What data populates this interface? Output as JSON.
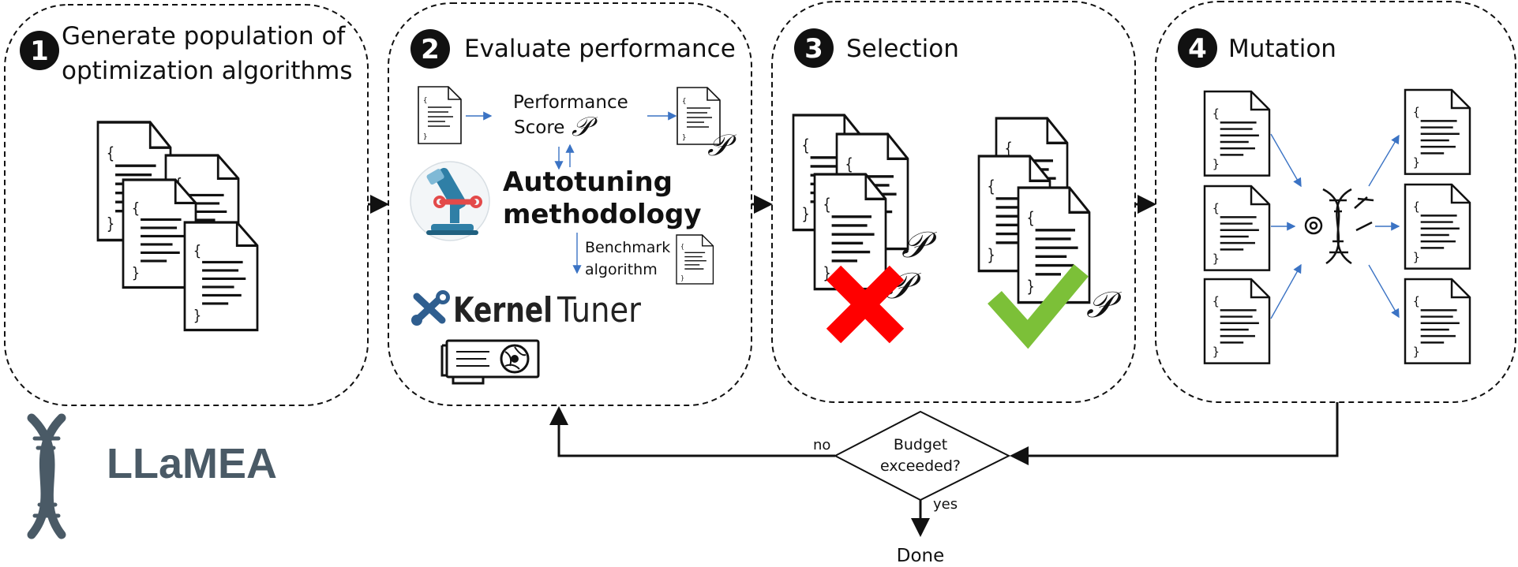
{
  "panels": [
    {
      "number": "1",
      "title_line1": "Generate population of",
      "title_line2": "optimization algorithms"
    },
    {
      "number": "2",
      "title_line1": "Evaluate performance"
    },
    {
      "number": "3",
      "title_line1": "Selection"
    },
    {
      "number": "4",
      "title_line1": "Mutation"
    }
  ],
  "evaluate": {
    "performance_line1": "Performance",
    "performance_line2": "Score",
    "score_symbol": "𝒫",
    "autotuning_line1": "Autotuning",
    "autotuning_line2": "methodology",
    "benchmark_line1": "Benchmark",
    "benchmark_line2": "algorithm",
    "kernel_label": "Kernel",
    "tuner_label": "Tuner"
  },
  "selection": {
    "score_symbol": "𝒫"
  },
  "decision": {
    "line1": "Budget",
    "line2": "exceeded?",
    "no_label": "no",
    "yes_label": "yes",
    "done_label": "Done"
  },
  "brand": {
    "name": "LLaMEA",
    "color": "#4a5a66"
  },
  "colors": {
    "reject": "#ff0000",
    "accept": "#7cc038",
    "arrow_blue": "#3b73c4",
    "microscope_teal": "#2f7fa6"
  }
}
